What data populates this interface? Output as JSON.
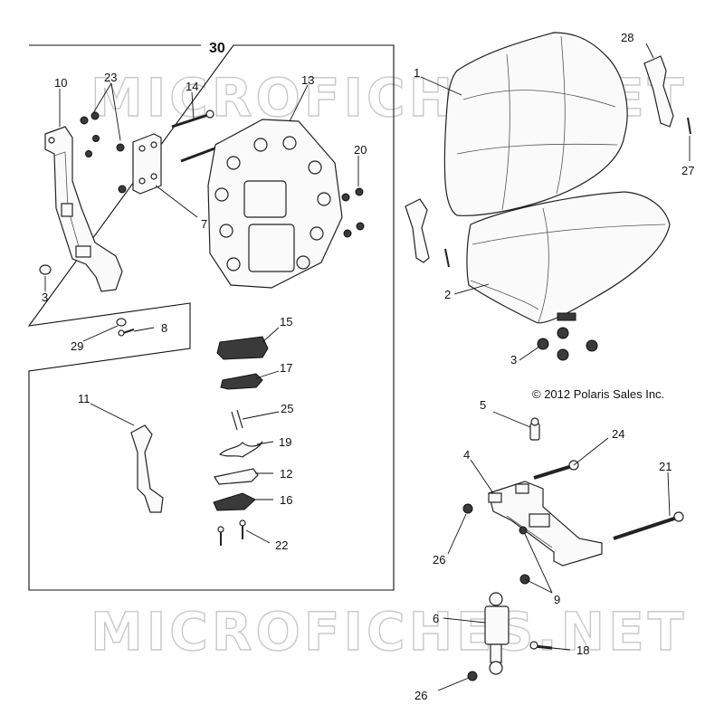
{
  "diagram": {
    "copyright": "© 2012 Polaris Sales Inc.",
    "watermark_text": "MICROFICHES.NET",
    "kit_callout": "30",
    "callouts": [
      {
        "id": "c1",
        "label": "1"
      },
      {
        "id": "c2",
        "label": "2"
      },
      {
        "id": "c3a",
        "label": "3"
      },
      {
        "id": "c3b",
        "label": "3"
      },
      {
        "id": "c4",
        "label": "4"
      },
      {
        "id": "c5",
        "label": "5"
      },
      {
        "id": "c6",
        "label": "6"
      },
      {
        "id": "c7",
        "label": "7"
      },
      {
        "id": "c8",
        "label": "8"
      },
      {
        "id": "c9",
        "label": "9"
      },
      {
        "id": "c10",
        "label": "10"
      },
      {
        "id": "c11",
        "label": "11"
      },
      {
        "id": "c12",
        "label": "12"
      },
      {
        "id": "c13",
        "label": "13"
      },
      {
        "id": "c14",
        "label": "14"
      },
      {
        "id": "c15",
        "label": "15"
      },
      {
        "id": "c16",
        "label": "16"
      },
      {
        "id": "c17",
        "label": "17"
      },
      {
        "id": "c18",
        "label": "18"
      },
      {
        "id": "c19",
        "label": "19"
      },
      {
        "id": "c20",
        "label": "20"
      },
      {
        "id": "c21",
        "label": "21"
      },
      {
        "id": "c22",
        "label": "22"
      },
      {
        "id": "c23",
        "label": "23"
      },
      {
        "id": "c24",
        "label": "24"
      },
      {
        "id": "c25",
        "label": "25"
      },
      {
        "id": "c26a",
        "label": "26"
      },
      {
        "id": "c26b",
        "label": "26"
      },
      {
        "id": "c27",
        "label": "27"
      },
      {
        "id": "c28",
        "label": "28"
      },
      {
        "id": "c29",
        "label": "29"
      }
    ]
  }
}
